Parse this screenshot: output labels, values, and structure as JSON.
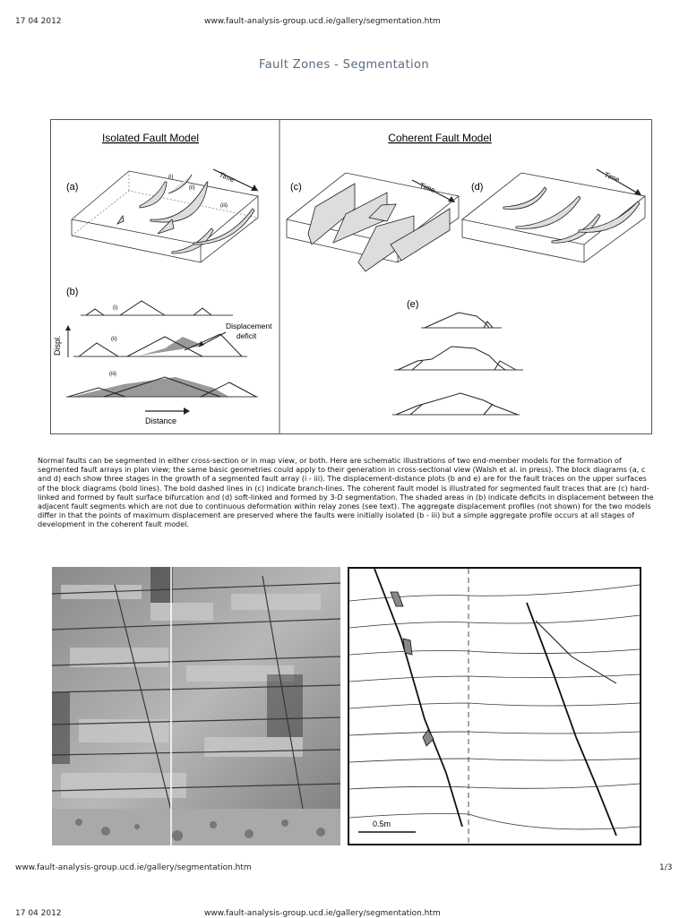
{
  "header": {
    "date": "17 04 2012",
    "url": "www.fault-analysis-group.ucd.ie/gallery/segmentation.htm"
  },
  "page_title": "Fault Zones - Segmentation",
  "figure1": {
    "left_title": "Isolated Fault Model",
    "right_title": "Coherent Fault Model",
    "label_a": "(a)",
    "label_b": "(b)",
    "label_c": "(c)",
    "label_d": "(d)",
    "label_e": "(e)",
    "time": "Time",
    "stage_i": "(i)",
    "stage_ii": "(ii)",
    "stage_iii": "(iii)",
    "displacement_deficit_1": "Displacement",
    "displacement_deficit_2": "deficit",
    "displ_axis": "Displ.",
    "distance_axis": "Distance"
  },
  "description": "Normal faults can be segmented in either cross-section or in map view, or both. Here are schematic illustrations of two end-member models for the formation of segmented fault arrays in plan view; the same basic geometries could apply to their generation in cross-sectional view (Walsh et al. in press). The block diagrams (a, c and d) each show three stages in the growth of a segmented fault array (i - iii). The displacement-distance plots (b and e) are for the fault traces on the upper surfaces of the block diagrams (bold lines). The bold dashed lines in (c) indicate branch-lines. The coherent fault model is illustrated for segmented fault traces that are (c) hard-linked and formed by fault surface bifurcation and (d) soft-linked and formed by 3-D segmentation. The shaded areas in (b) indicate deficits in displacement between the adjacent fault segments which are not due to continuous deformation within relay zones (see text). The aggregate displacement profiles (not shown) for the two models differ in that the points of maximum displacement are preserved where the faults were initially isolated (b - iii) but a simple aggregate profile occurs at all stages of development in the coherent fault model.",
  "figure2": {
    "scale_label": "0.5m"
  },
  "footer": {
    "url": "www.fault-analysis-group.ucd.ie/gallery/segmentation.htm",
    "page": "1/3",
    "date": "17 04 2012",
    "url2": "www.fault-analysis-group.ucd.ie/gallery/segmentation.htm"
  }
}
